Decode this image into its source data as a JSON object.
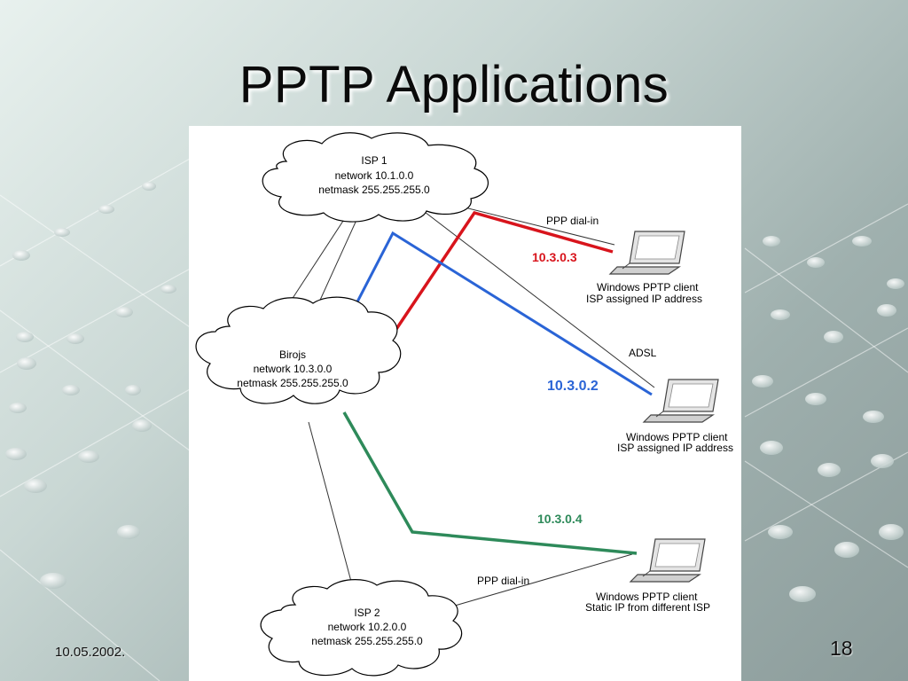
{
  "slide": {
    "title": "PPTP Applications",
    "date": "10.05.2002.",
    "page_number": "18"
  },
  "diagram": {
    "isp1": {
      "line1": "ISP 1",
      "line2": "network 10.1.0.0",
      "line3": "netmask 255.255.255.0"
    },
    "birojs": {
      "line1": "Birojs",
      "line2": "network 10.3.0.0",
      "line3": "netmask 255.255.255.0"
    },
    "isp2": {
      "line1": "ISP 2",
      "line2": "network 10.2.0.0",
      "line3": "netmask 255.255.255.0"
    },
    "links": {
      "ppp_dialin_top": "PPP dial-in",
      "adsl": "ADSL",
      "ppp_dialin_bottom": "PPP dial-in"
    },
    "tunnels": [
      {
        "ip": "10.3.0.3",
        "color": "#d8141c"
      },
      {
        "ip": "10.3.0.2",
        "color": "#2a64d6"
      },
      {
        "ip": "10.3.0.4",
        "color": "#2e8a5a"
      }
    ],
    "clients": [
      {
        "line1": "Windows PPTP client",
        "line2": "ISP assigned IP address"
      },
      {
        "line1": "Windows PPTP client",
        "line2": "ISP assigned IP address"
      },
      {
        "line1": "Windows PPTP client",
        "line2": "Static IP from different ISP"
      }
    ]
  }
}
